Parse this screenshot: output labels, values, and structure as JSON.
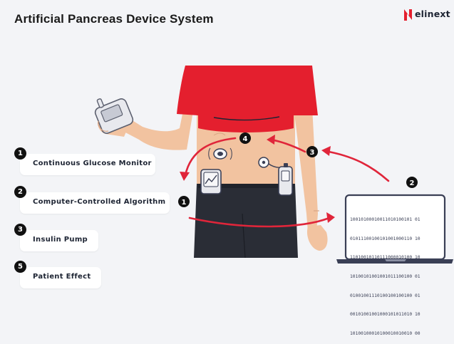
{
  "title": "Artificial Pancreas Device System",
  "brand": {
    "name": "elinext"
  },
  "legend": [
    {
      "number": "1",
      "label": "Continuous Glucose Monitor"
    },
    {
      "number": "2",
      "label": "Computer-Controlled Algorithm"
    },
    {
      "number": "3",
      "label": "Insulin Pump"
    },
    {
      "number": "5",
      "label": "Patient Effect"
    }
  ],
  "markers": [
    {
      "number": "1"
    },
    {
      "number": "2"
    },
    {
      "number": "3"
    },
    {
      "number": "4"
    }
  ],
  "laptop_binary": [
    "10010100010011010100101 01",
    "01011100100101001000110 10",
    "11010010110111000010100 10",
    "10100101001001011100100 01",
    "01001001110100100100100 01",
    "00101001001000101011010 10",
    "10100100010100010010010 00"
  ],
  "colors": {
    "arrow": "#e0253a",
    "shirt": "#e41f2e",
    "pants": "#2a2d36",
    "skin": "#f2c3a0",
    "marker": "#111111"
  }
}
